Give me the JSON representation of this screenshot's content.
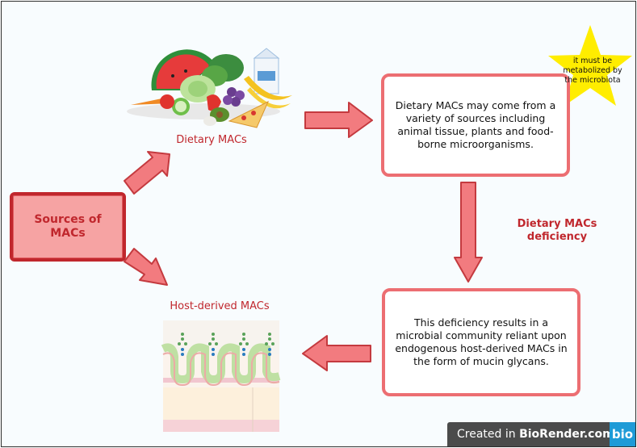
{
  "sources": {
    "label": "Sources of\nMACs"
  },
  "dietary": {
    "label": "Dietary MACs",
    "description": "Dietary MACs may come from a variety of sources including animal tissue, plants and food-borne microorganisms."
  },
  "star": {
    "note": "it must be metabolized by the microbiota"
  },
  "deficiency": {
    "label": "Dietary MACs\ndeficiency",
    "description": "This deficiency results in a microbial community reliant upon endogenous host-derived MACs in the form of mucin glycans."
  },
  "host": {
    "label": "Host-derived MACs"
  },
  "footer": {
    "prefix": "Created in ",
    "brand": "BioRender.com",
    "logo": "bio"
  },
  "colors": {
    "primary_red": "#c0272d",
    "arrow_fill": "#f27b7f",
    "box_border": "#ec6e72",
    "star": "#ffed00"
  }
}
